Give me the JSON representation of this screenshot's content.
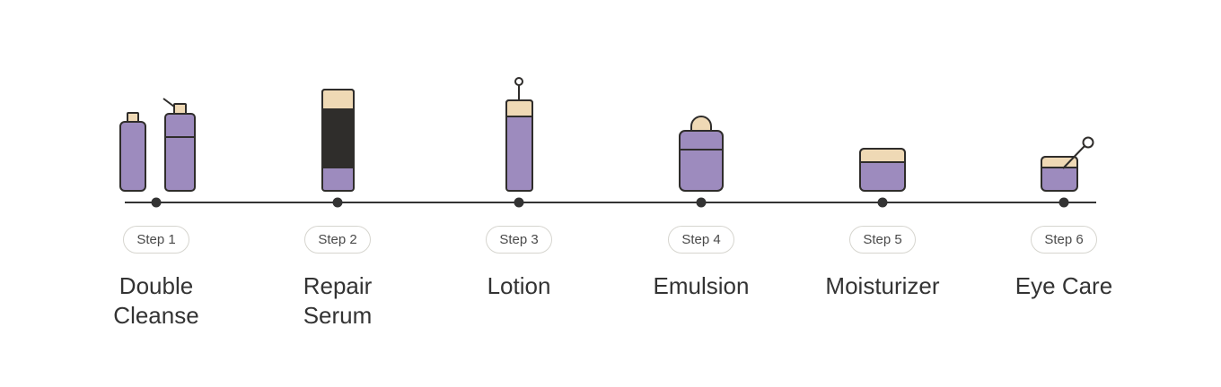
{
  "colors": {
    "purple": "#9d8bbe",
    "cream": "#efd9b5",
    "dark": "#2f2d2b",
    "line": "#333333"
  },
  "steps": [
    {
      "badge": "Step 1",
      "label_lines": [
        "Double",
        "Cleanse"
      ],
      "icon": "double-bottle-icon"
    },
    {
      "badge": "Step 2",
      "label_lines": [
        "Repair",
        "Serum"
      ],
      "icon": "serum-tube-icon"
    },
    {
      "badge": "Step 3",
      "label_lines": [
        "Lotion"
      ],
      "icon": "lotion-bottle-icon"
    },
    {
      "badge": "Step 4",
      "label_lines": [
        "Emulsion"
      ],
      "icon": "emulsion-bottle-icon"
    },
    {
      "badge": "Step 5",
      "label_lines": [
        "Moisturizer"
      ],
      "icon": "moisturizer-jar-icon"
    },
    {
      "badge": "Step 6",
      "label_lines": [
        "Eye Care"
      ],
      "icon": "eye-care-jar-icon"
    }
  ]
}
